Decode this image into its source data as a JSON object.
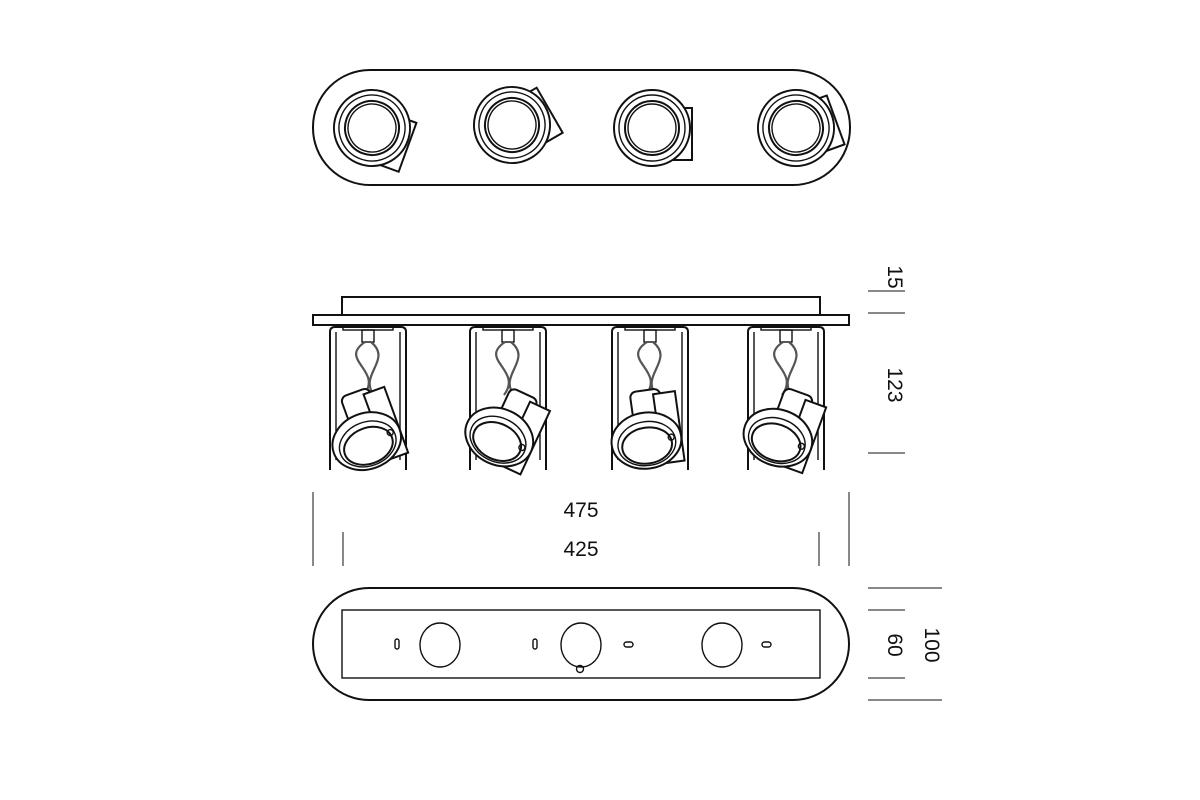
{
  "drawing": {
    "views": [
      "top-view",
      "side-view",
      "bottom-view"
    ],
    "spotlight_count": 4,
    "dimensions": {
      "plate_thickness": "15",
      "spot_height": "123",
      "overall_length": "475",
      "plate_length": "425",
      "inner_width": "60",
      "overall_width": "100"
    },
    "line_color": "#111111",
    "wire_color": "#555555"
  }
}
